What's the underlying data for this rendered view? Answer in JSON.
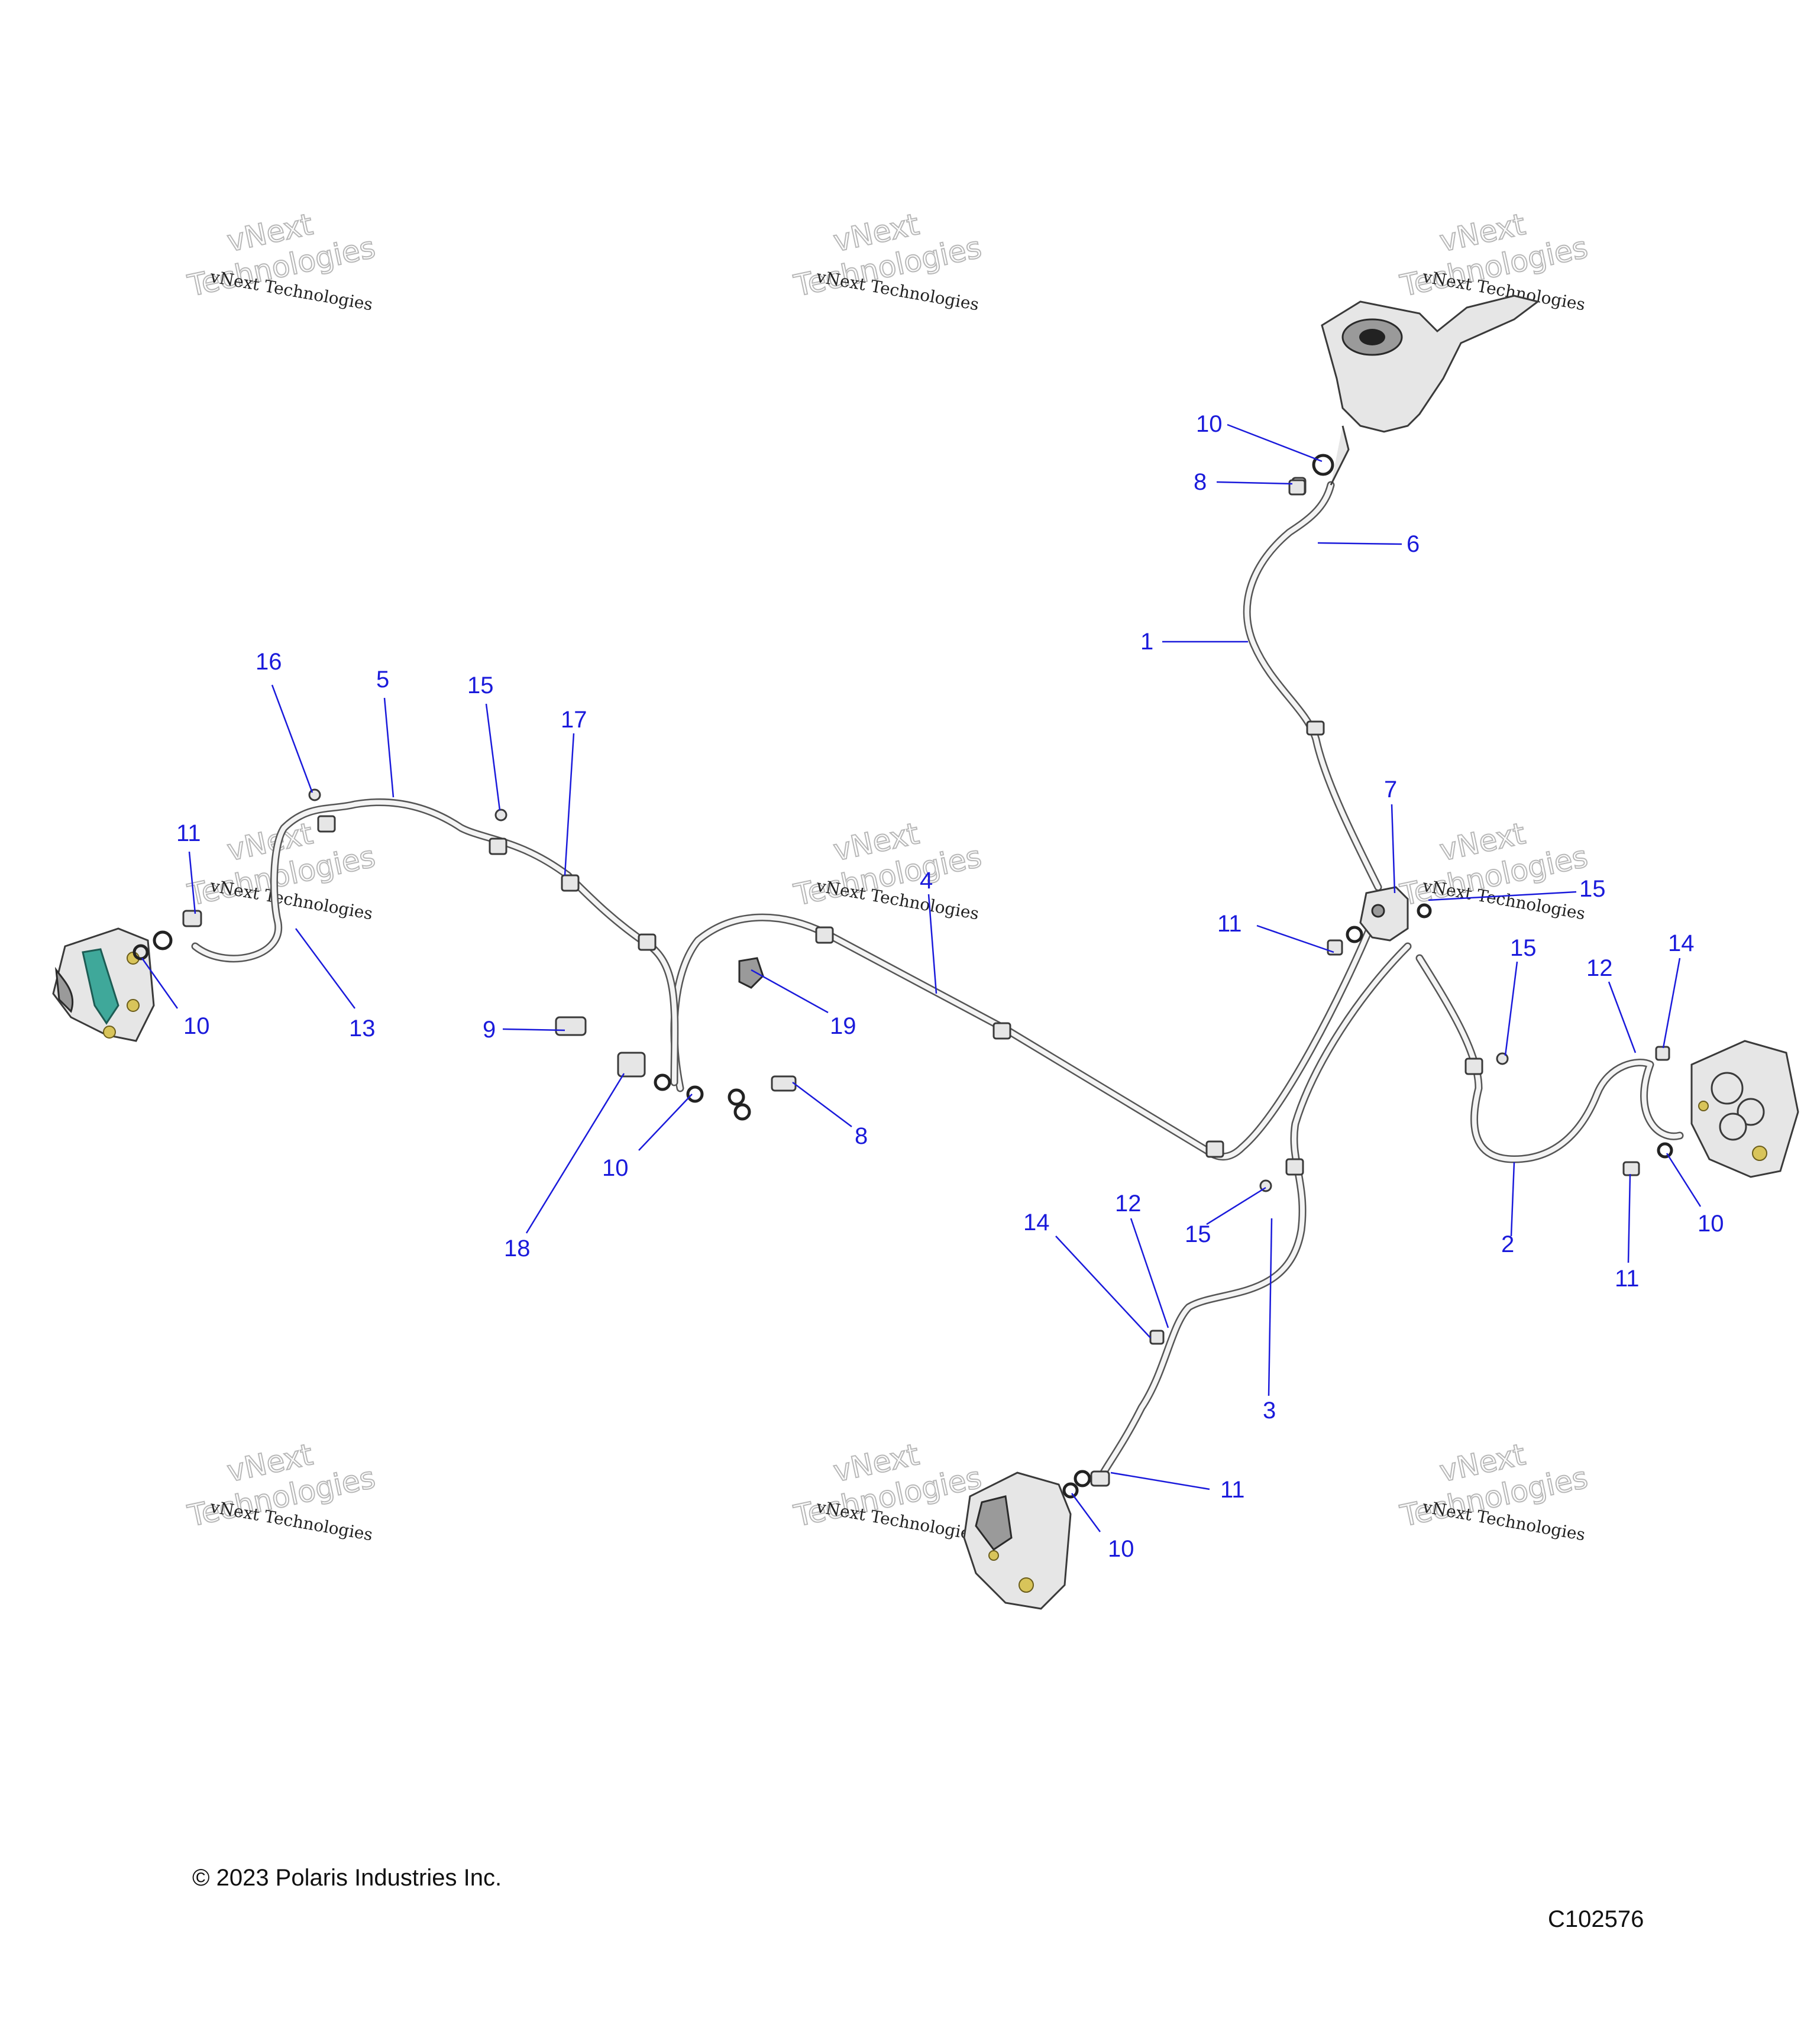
{
  "watermark": {
    "line1": "vNext Technologies",
    "line2": "vNext",
    "line3": "Technologies"
  },
  "callouts": [
    {
      "id": "c10-top",
      "label": "10"
    },
    {
      "id": "c8-top",
      "label": "8"
    },
    {
      "id": "c6",
      "label": "6"
    },
    {
      "id": "c1",
      "label": "1"
    },
    {
      "id": "c16",
      "label": "16"
    },
    {
      "id": "c5",
      "label": "5"
    },
    {
      "id": "c15-a",
      "label": "15"
    },
    {
      "id": "c17",
      "label": "17"
    },
    {
      "id": "c11-left",
      "label": "11"
    },
    {
      "id": "c10-left",
      "label": "10"
    },
    {
      "id": "c13",
      "label": "13"
    },
    {
      "id": "c9",
      "label": "9"
    },
    {
      "id": "c4",
      "label": "4"
    },
    {
      "id": "c19",
      "label": "19"
    },
    {
      "id": "c8-mid",
      "label": "8"
    },
    {
      "id": "c10-mid",
      "label": "10"
    },
    {
      "id": "c18",
      "label": "18"
    },
    {
      "id": "c7",
      "label": "7"
    },
    {
      "id": "c11-mid",
      "label": "11"
    },
    {
      "id": "c15-b",
      "label": "15"
    },
    {
      "id": "c15-c",
      "label": "15"
    },
    {
      "id": "c12-right",
      "label": "12"
    },
    {
      "id": "c14-right",
      "label": "14"
    },
    {
      "id": "c2",
      "label": "2"
    },
    {
      "id": "c11-right",
      "label": "11"
    },
    {
      "id": "c10-right",
      "label": "10"
    },
    {
      "id": "c15-d",
      "label": "15"
    },
    {
      "id": "c14-bottom",
      "label": "14"
    },
    {
      "id": "c12-bottom",
      "label": "12"
    },
    {
      "id": "c3",
      "label": "3"
    },
    {
      "id": "c11-bottom",
      "label": "11"
    },
    {
      "id": "c10-bottom",
      "label": "10"
    }
  ],
  "footer": {
    "copyright": "© 2023 Polaris Industries Inc.",
    "figure_id": "C102576"
  }
}
